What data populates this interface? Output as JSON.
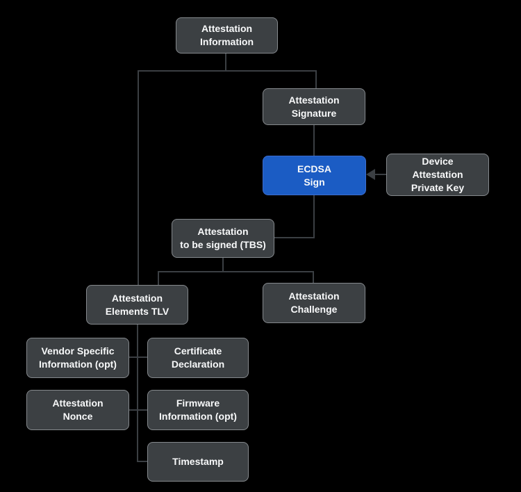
{
  "diagram": {
    "nodes": {
      "attestation_information": {
        "label": "Attestation\nInformation"
      },
      "attestation_signature": {
        "label": "Attestation\nSignature"
      },
      "ecdsa_sign": {
        "label": "ECDSA\nSign"
      },
      "device_attestation_private_key": {
        "label": "Device\nAttestation\nPrivate Key"
      },
      "attestation_tbs": {
        "label": "Attestation\nto be signed (TBS)"
      },
      "attestation_elements_tlv": {
        "label": "Attestation\nElements TLV"
      },
      "attestation_challenge": {
        "label": "Attestation\nChallenge"
      },
      "vendor_specific_information": {
        "label": "Vendor Specific\nInformation (opt)"
      },
      "certificate_declaration": {
        "label": "Certificate\nDeclaration"
      },
      "attestation_nonce": {
        "label": "Attestation\nNonce"
      },
      "firmware_information": {
        "label": "Firmware\nInformation (opt)"
      },
      "timestamp": {
        "label": "Timestamp"
      }
    },
    "colors": {
      "background": "#000000",
      "node_fill": "#3C4043",
      "node_border": "#85898D",
      "accent_fill": "#1B5CC4",
      "connector": "#3B3F43",
      "text": "#F8F9FA"
    }
  }
}
